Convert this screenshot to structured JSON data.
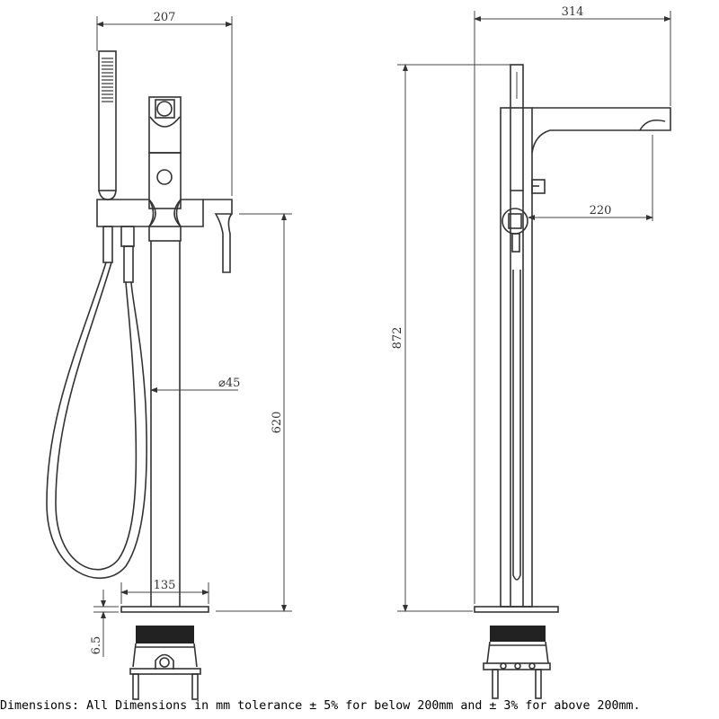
{
  "front_view": {
    "width_label": "207",
    "height_label": "620",
    "diameter_label": "⌀45",
    "base_label": "135",
    "plate_label": "6.5"
  },
  "side_view": {
    "width_label": "314",
    "height_label": "872",
    "spout_label": "220"
  },
  "footer": "Dimensions: All Dimensions in mm tolerance ± 5% for below 200mm and ± 3% for above 200mm."
}
